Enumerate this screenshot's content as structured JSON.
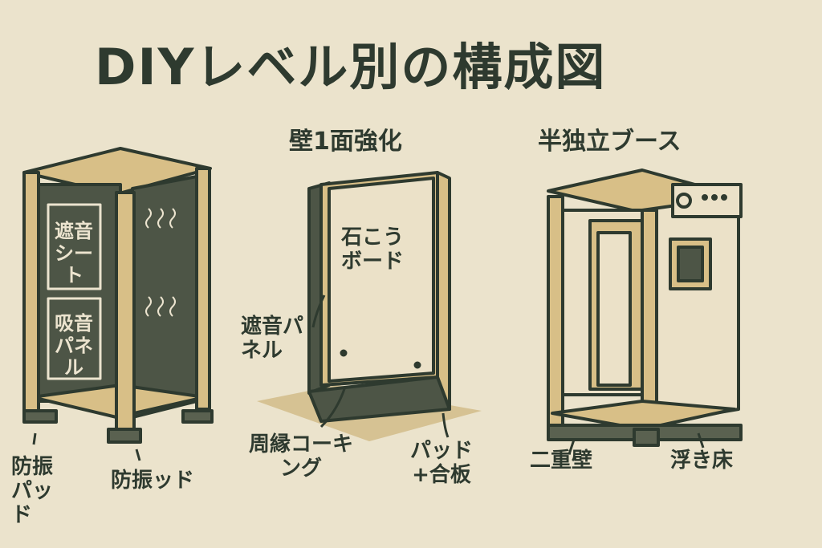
{
  "title": "DIYレベル別の構成図",
  "colors": {
    "background": "#ebe3cc",
    "ink": "#2e3a2f",
    "wood": "#d8bf87",
    "board": "#ebe1c8",
    "dark_panel": "#4d5546"
  },
  "sections": [
    {
      "heading": "",
      "labels": {
        "panel1": "遮音シート",
        "panel2": "吸音パネル",
        "pad_left": "防振パッド",
        "pad_right": "防振ッド"
      }
    },
    {
      "heading": "壁1面強化",
      "labels": {
        "board": "石こうボード",
        "sound_panel": "遮音パネル",
        "caulking": "周縁コーキング",
        "pad_plywood": "パッド+合板"
      }
    },
    {
      "heading": "半独立ブース",
      "labels": {
        "double_wall": "二重壁",
        "floating_floor": "浮き床"
      }
    }
  ]
}
